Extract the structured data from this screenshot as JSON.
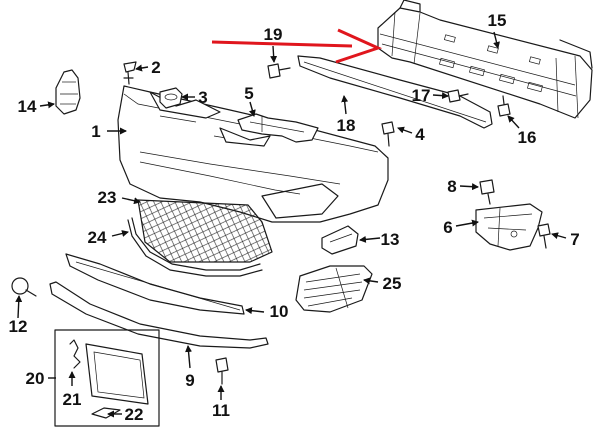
{
  "callouts": {
    "c1": "1",
    "c2": "2",
    "c3": "3",
    "c4": "4",
    "c5": "5",
    "c6": "6",
    "c7": "7",
    "c8": "8",
    "c9": "9",
    "c10": "10",
    "c11": "11",
    "c12": "12",
    "c13": "13",
    "c14": "14",
    "c15": "15",
    "c16": "16",
    "c17": "17",
    "c18": "18",
    "c19": "19",
    "c20": "20",
    "c21": "21",
    "c22": "22",
    "c23": "23",
    "c24": "24",
    "c25": "25"
  },
  "colors": {
    "line": "#1a1a1a",
    "callout_text": "#111111",
    "highlight_arrow": "#e0161d",
    "background": "#ffffff"
  }
}
